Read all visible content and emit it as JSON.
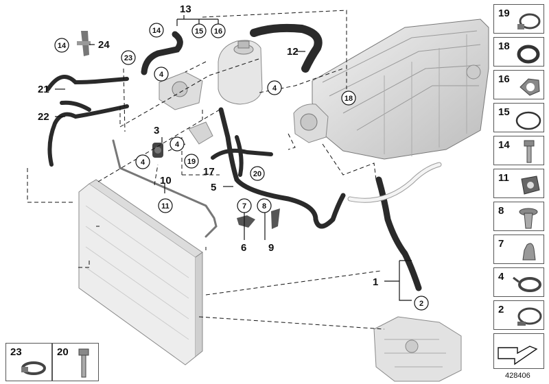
{
  "diagram": {
    "callouts": {
      "n1": "1",
      "n2": "2",
      "n3": "3",
      "n4": "4",
      "n5": "5",
      "n6": "6",
      "n7": "7",
      "n8": "8",
      "n9": "9",
      "n10": "10",
      "n11": "11",
      "n12": "12",
      "n13": "13",
      "n14": "14",
      "n15": "15",
      "n16": "16",
      "n17": "17",
      "n18": "18",
      "n19": "19",
      "n20": "20",
      "n21": "21",
      "n22": "22",
      "n23": "23",
      "n24": "24"
    },
    "side_panel": [
      "19",
      "18",
      "16",
      "15",
      "14",
      "11",
      "8",
      "7",
      "4",
      "2"
    ],
    "bottom_panel": [
      "23",
      "20"
    ],
    "document_number": "428406"
  },
  "colors": {
    "line": "#111111",
    "hose": "#2a2a2a",
    "part": "#d9d9d9",
    "outline": "#666666"
  }
}
